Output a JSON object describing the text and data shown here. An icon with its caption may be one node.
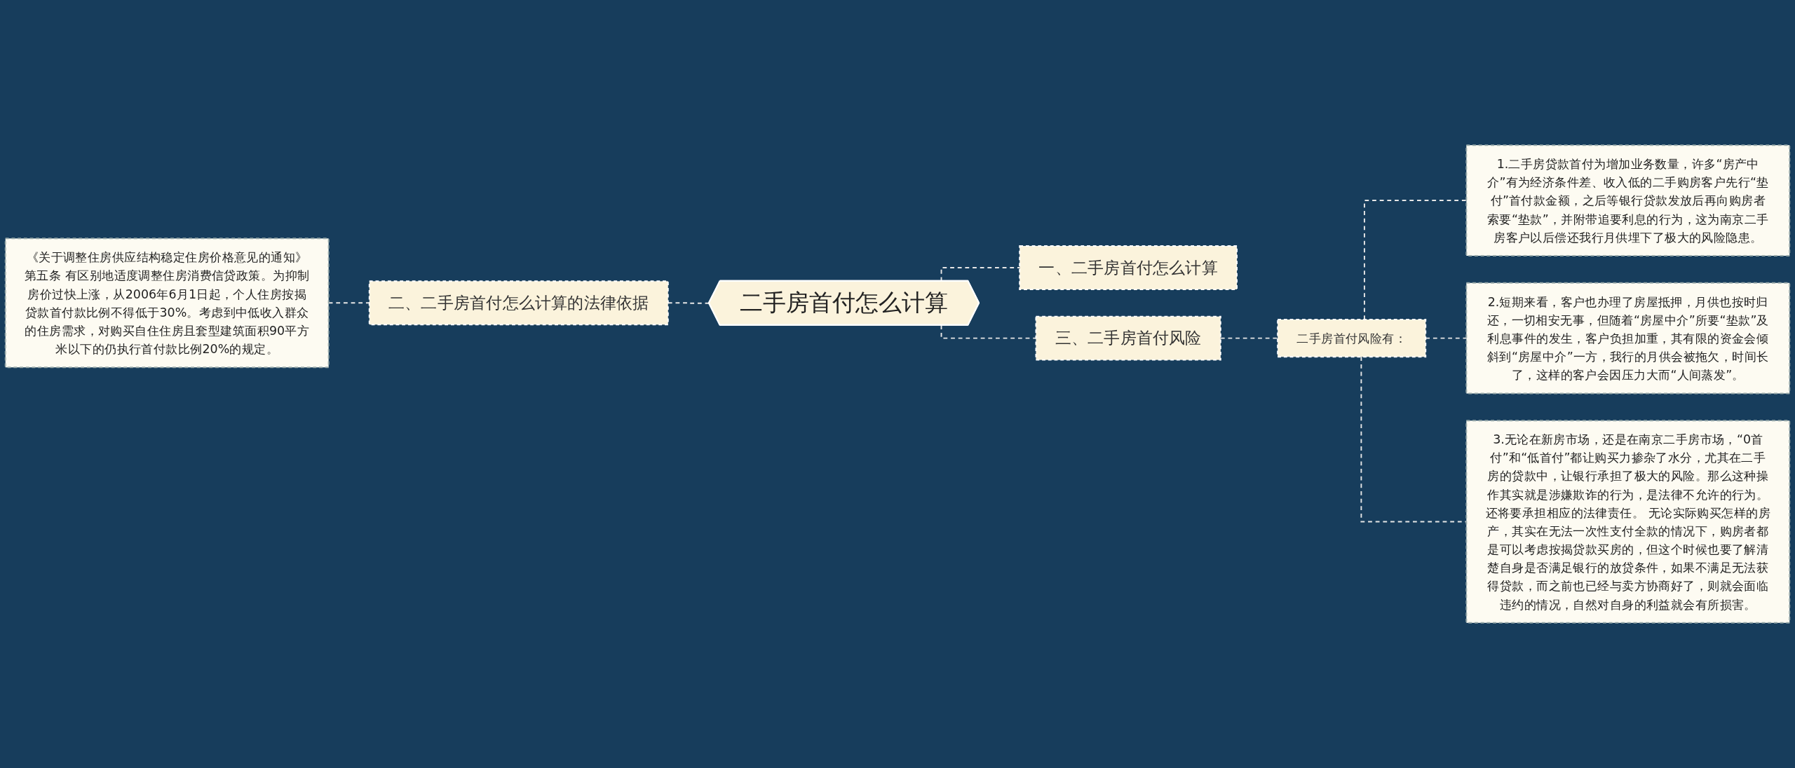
{
  "diagram": {
    "nodes": [
      {
        "text": [
          "二手房首付怎么计算"
        ]
      },
      {
        "text": [
          "一、二手房首付怎么计算"
        ]
      },
      {
        "text": [
          "二、二手房首付怎么计算的法律依据"
        ]
      },
      {
        "text": [
          "《关于调整住房供应结构稳定住房价格意见的通知》第五条 有区别地适度调整住房消费信贷政策。为抑制房价过快上涨，从2006年6月1日起，个人住房按揭贷款首付款比例不得低于30%。考虑到中低收入群众的住房需求，对购买自住住房且套型建筑面积90平方米以下的仍执行首付款比例20%的规定。"
        ]
      },
      {
        "text": [
          "三、二手房首付风险"
        ]
      },
      {
        "text": [
          "二手房首付风险有："
        ]
      },
      {
        "text": [
          "1.二手房贷款首付为增加业务数量，许多“房产中介”有为经济条件差、收入低的二手购房客户先行“垫付”首付款金额，之后等银行贷款发放后再向购房者索要“垫款”，并附带追要利息的行为，这为南京二手房客户以后偿还我行月供埋下了极大的风险隐患。"
        ]
      },
      {
        "text": [
          "2.短期来看，客户也办理了房屋抵押，月供也按时归还，一切相安无事，但随着“房屋中介”所要“垫款”及利息事件的发生，客户负担加重，其有限的资金会倾斜到“房屋中介”一方，我行的月供会被拖欠，时间长了，这样的客户会因压力大而“人间蒸发”。"
        ]
      },
      {
        "text": [
          "3.无论在新房市场，还是在南京二手房市场，“0首付”和“低首付”都让购买力掺杂了水分，尤其在二手房的贷款中，让银行承担了极大的风险。那么这种操作其实就是涉嫌欺诈的行为，是法律不允许的行为。还将要承担相应的法律责任。 无论实际购买怎样的房产，其实在无法一次性支付全款的情况下，购房者都是可以考虑按揭贷款买房的，但这个时候也要了解清楚自身是否满足银行的放贷条件，如果不满足无法获得贷款，而之前也已经与卖方协商好了，则就会面临违约的情况，自然对自身的利益就会有所损害。"
        ]
      }
    ],
    "edges": [
      {
        "from": 0,
        "to": 1,
        "arrow": "none",
        "style": "dashed"
      },
      {
        "from": 0,
        "to": 2,
        "arrow": "none",
        "style": "dashed"
      },
      {
        "from": 2,
        "to": 3,
        "arrow": "none",
        "style": "dashed"
      },
      {
        "from": 0,
        "to": 4,
        "arrow": "none",
        "style": "dashed"
      },
      {
        "from": 4,
        "to": 5,
        "arrow": "none",
        "style": "dashed"
      },
      {
        "from": 5,
        "to": 6,
        "arrow": "none",
        "style": "dashed"
      },
      {
        "from": 5,
        "to": 7,
        "arrow": "none",
        "style": "dashed"
      },
      {
        "from": 5,
        "to": 8,
        "arrow": "none",
        "style": "dashed"
      }
    ]
  }
}
